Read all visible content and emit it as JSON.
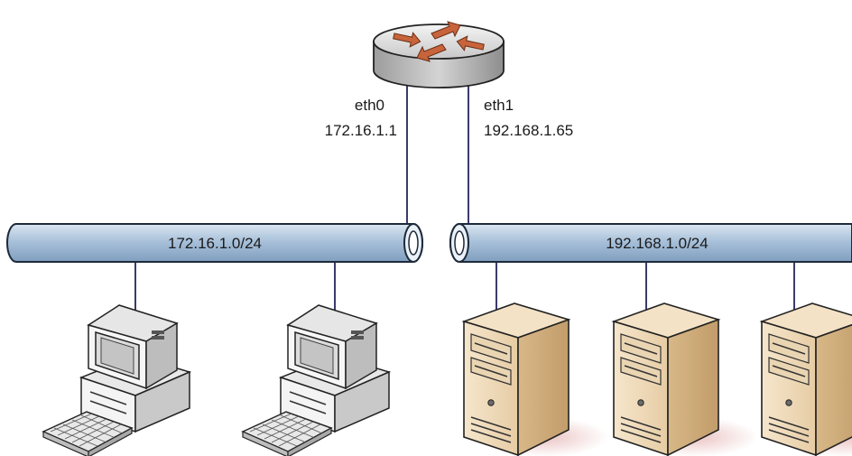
{
  "router": {
    "icon": "router-icon",
    "interfaces": [
      {
        "name": "eth0",
        "ip": "172.16.1.1"
      },
      {
        "name": "eth1",
        "ip": "192.168.1.65"
      }
    ]
  },
  "networks": [
    {
      "cidr": "172.16.1.0/24"
    },
    {
      "cidr": "192.168.1.0/24"
    }
  ],
  "hosts": [
    {
      "type": "workstation",
      "network": 0
    },
    {
      "type": "workstation",
      "network": 0
    },
    {
      "type": "server",
      "network": 1
    },
    {
      "type": "server",
      "network": 1
    },
    {
      "type": "server",
      "network": 1
    }
  ],
  "colors": {
    "bus_fill": "#9fb9d3",
    "bus_stroke": "#1e2a3a",
    "link": "#3b3b6b",
    "router_arrows": "#c8643c",
    "server_body": "#f0dcc0",
    "workstation_body": "#f0f0f0"
  }
}
